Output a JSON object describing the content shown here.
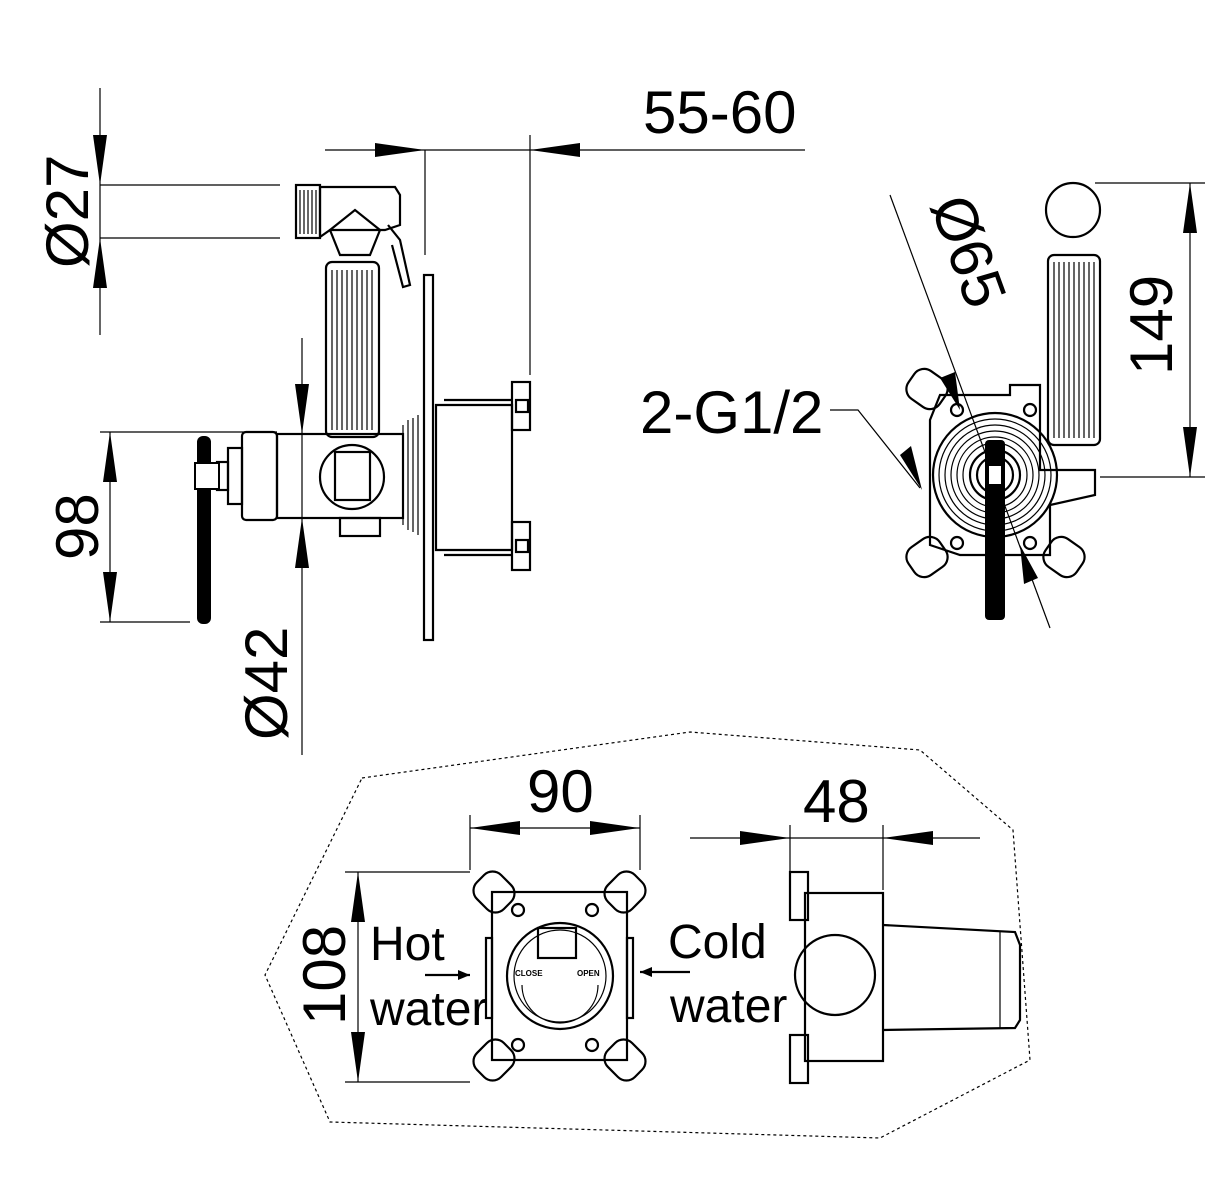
{
  "dimensions": {
    "inlet_diameter": "Ø27",
    "depth_range": "55-60",
    "plate_diameter": "Ø65",
    "height_149": "149",
    "connections": "2-G1/2",
    "height_98": "98",
    "body_diameter": "Ø42",
    "box_width": "90",
    "box_depth": "48",
    "box_height": "108"
  },
  "labels": {
    "hot_1": "Hot",
    "hot_2": "water",
    "cold_1": "Cold",
    "cold_2": "water",
    "close": "CLOSE",
    "open": "OPEN"
  }
}
